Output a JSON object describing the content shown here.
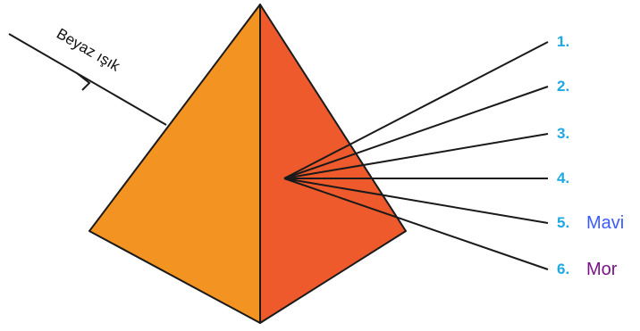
{
  "diagram": {
    "incoming_light_label": "Beyaz ışık",
    "colors": {
      "prism_left_face": "#F39322",
      "prism_right_face": "#EE5A2C",
      "outline": "#1a1a1a",
      "number_color": "#1FA9E3"
    },
    "rays": [
      {
        "number": "1.",
        "name": "",
        "name_color": "#1FA9E3"
      },
      {
        "number": "2.",
        "name": "",
        "name_color": "#1FA9E3"
      },
      {
        "number": "3.",
        "name": "",
        "name_color": "#1FA9E3"
      },
      {
        "number": "4.",
        "name": "",
        "name_color": "#1FA9E3"
      },
      {
        "number": "5.",
        "name": "Mavi",
        "name_color": "#3B5BFF"
      },
      {
        "number": "6.",
        "name": "Mor",
        "name_color": "#7A1486"
      }
    ]
  }
}
